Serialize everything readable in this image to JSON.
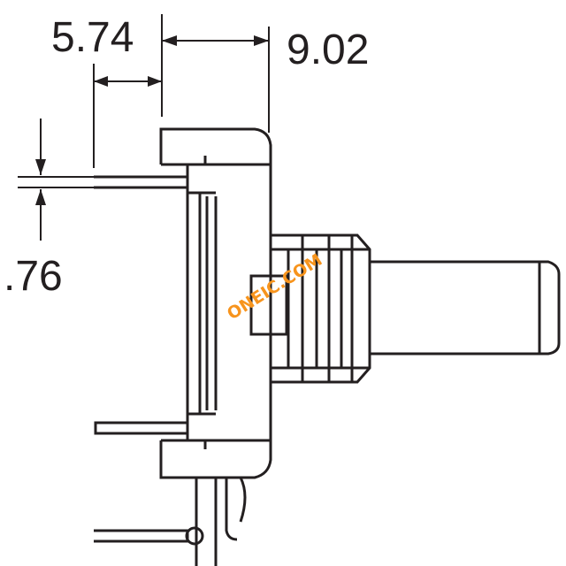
{
  "dimensions": {
    "width_top": "5.74",
    "width_right": "9.02",
    "pin_thickness": ".76"
  },
  "watermark": {
    "text": "ONEIC.COM",
    "color": "#f7941d"
  },
  "line_color": "#231f20",
  "background": "#ffffff"
}
